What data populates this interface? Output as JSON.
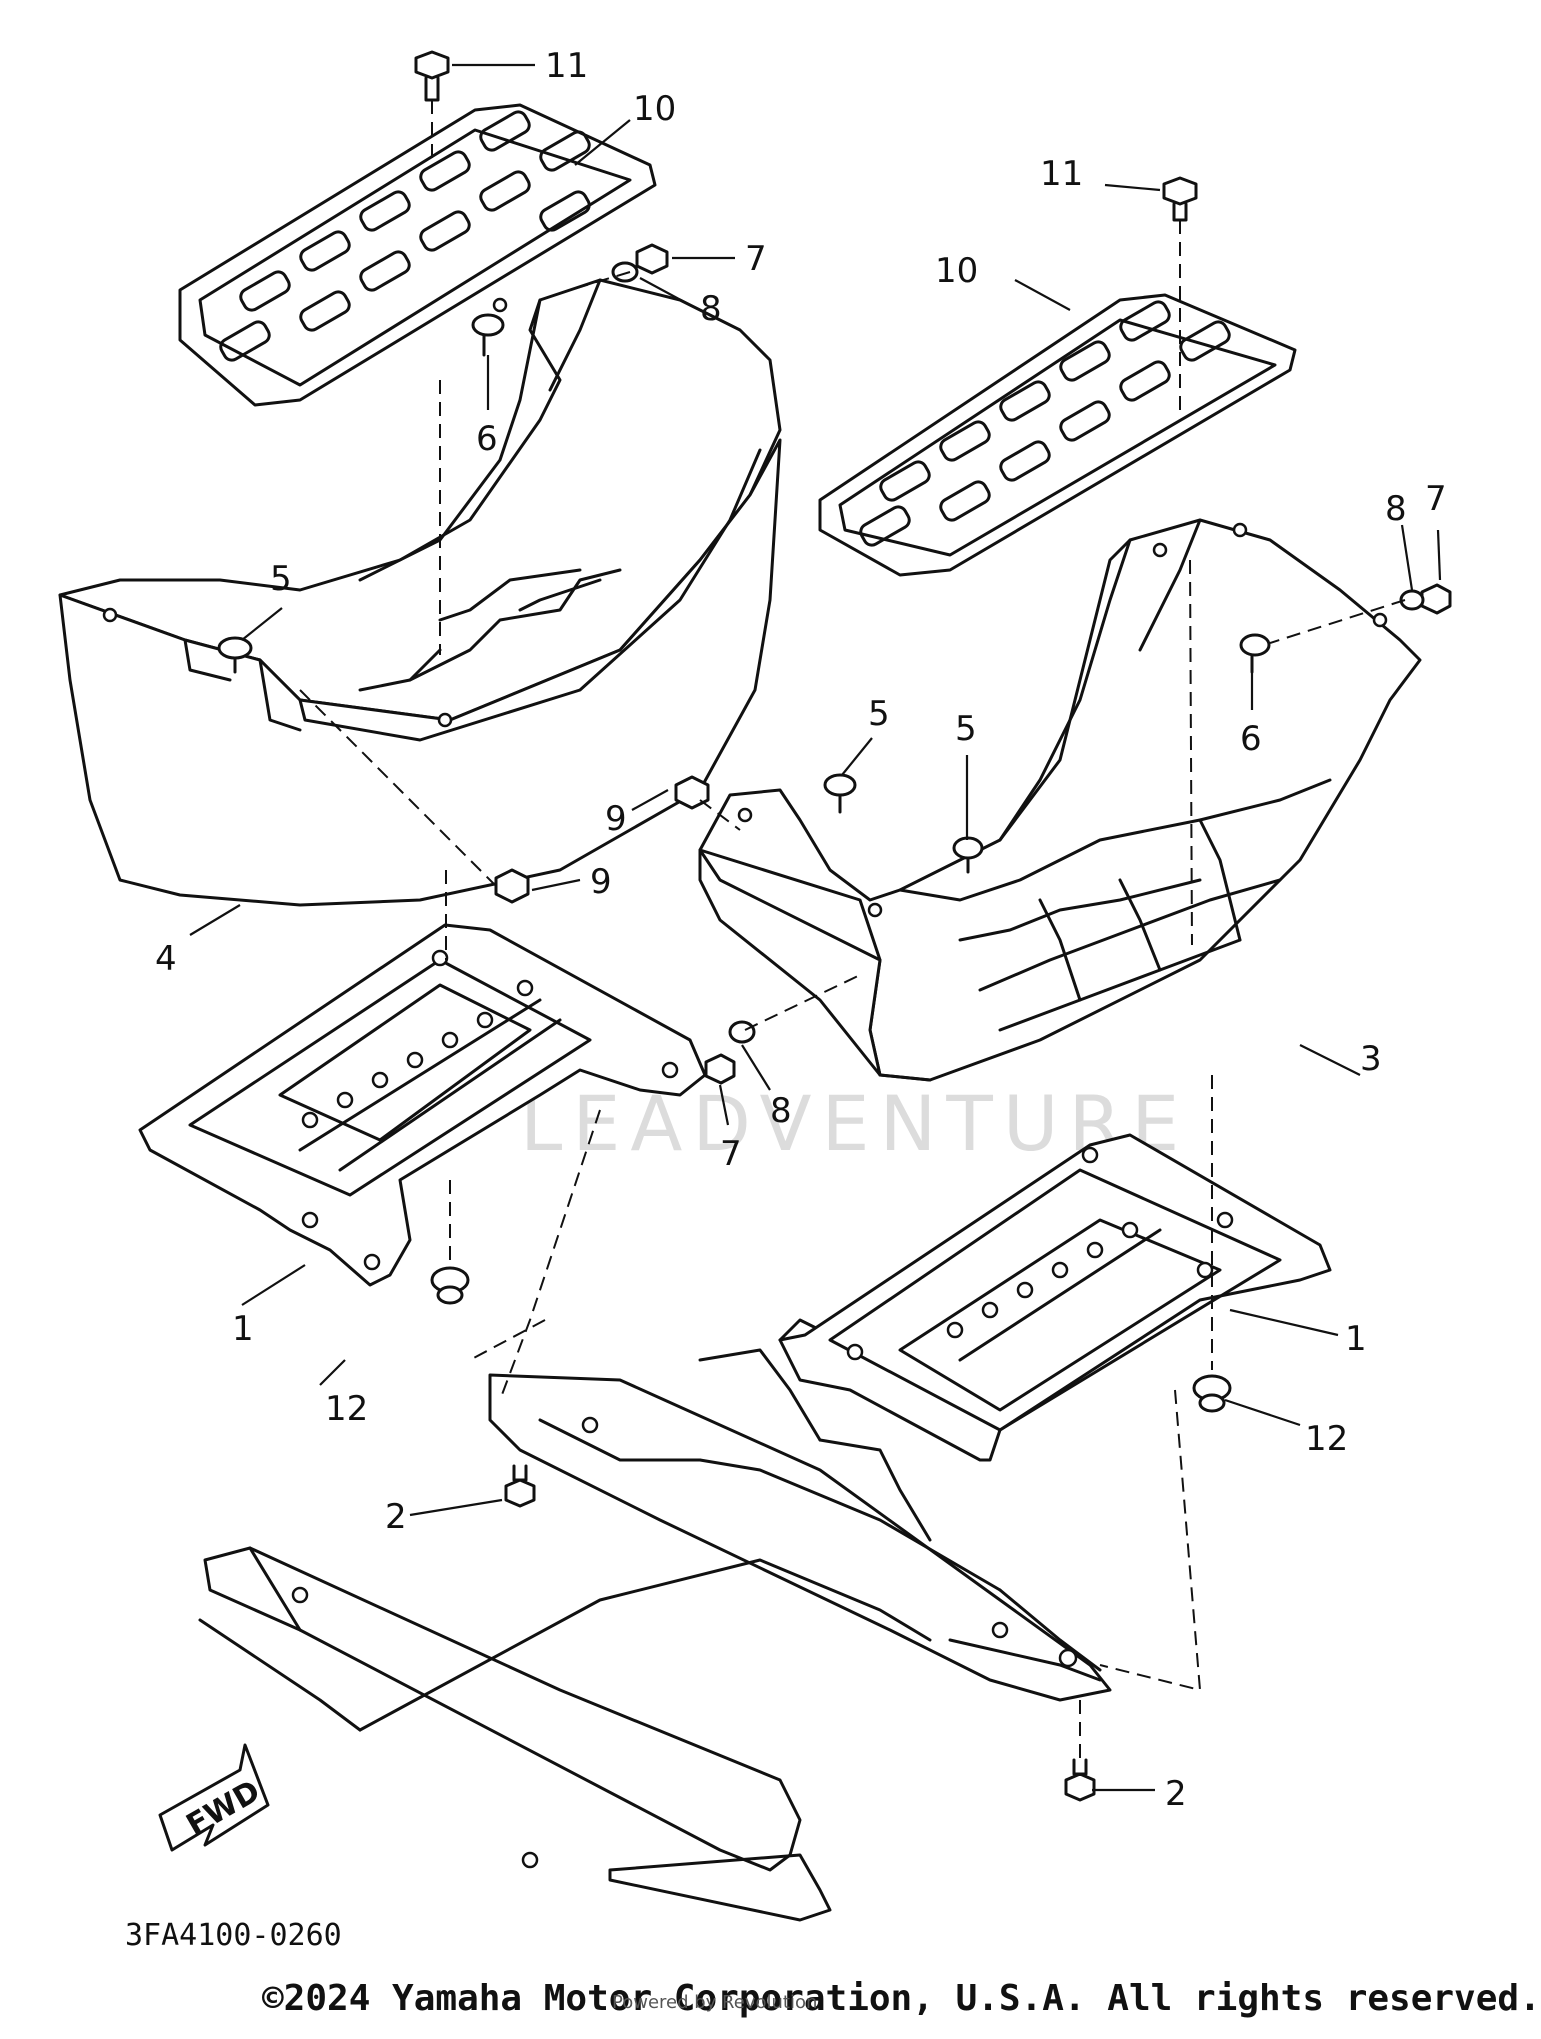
{
  "diagram": {
    "code": "3FA4100-0260",
    "copyright": "©2024 Yamaha Motor Corporation, U.S.A. All rights reserved.",
    "powered_by": "Powered by Revolution",
    "watermark": "LEADVENTURE",
    "fwd_label": "FWD",
    "callouts": {
      "c1_left": "1",
      "c1_right": "1",
      "c2_left": "2",
      "c2_right": "2",
      "c3": "3",
      "c4": "4",
      "c5_left": "5",
      "c5_mid": "5",
      "c5_right": "5",
      "c6_left": "6",
      "c6_right": "6",
      "c7_left": "7",
      "c7_mid": "7",
      "c7_right": "7",
      "c8_left": "8",
      "c8_mid": "8",
      "c8_right": "8",
      "c9_left": "9",
      "c9_mid": "9",
      "c10_left": "10",
      "c10_right": "10",
      "c11_left": "11",
      "c11_right": "11",
      "c12_left": "12",
      "c12_right": "12"
    }
  }
}
